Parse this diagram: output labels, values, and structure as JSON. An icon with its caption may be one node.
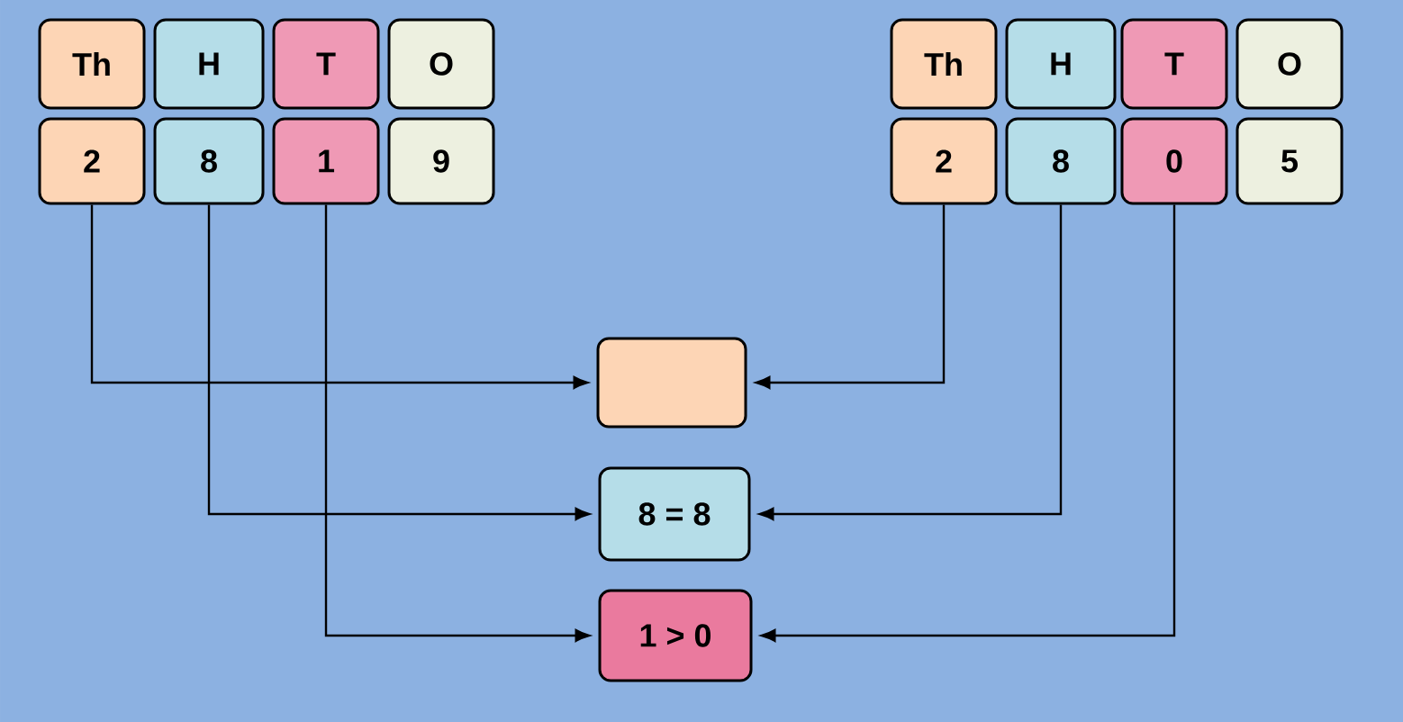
{
  "diagram": {
    "nodes": [
      {
        "text": [
          "Th"
        ]
      },
      {
        "text": [
          "H"
        ]
      },
      {
        "text": [
          "T"
        ]
      },
      {
        "text": [
          "O"
        ]
      },
      {
        "text": [
          "2"
        ]
      },
      {
        "text": [
          "8"
        ]
      },
      {
        "text": [
          "1"
        ]
      },
      {
        "text": [
          "9"
        ]
      },
      {
        "text": [
          "Th"
        ]
      },
      {
        "text": [
          "H"
        ]
      },
      {
        "text": [
          "T"
        ]
      },
      {
        "text": [
          "O"
        ]
      },
      {
        "text": [
          "2"
        ]
      },
      {
        "text": [
          "8"
        ]
      },
      {
        "text": [
          "0"
        ]
      },
      {
        "text": [
          "5"
        ]
      },
      {
        "text": [],
        "shape": "box"
      },
      {
        "text": [
          "8 = 8"
        ]
      },
      {
        "text": [
          "1 > 0"
        ]
      }
    ],
    "edges": [
      {
        "from": 4,
        "to": 16,
        "arrow": "to"
      },
      {
        "from": 12,
        "to": 16,
        "arrow": "to"
      },
      {
        "from": 5,
        "to": 17,
        "arrow": "to"
      },
      {
        "from": 13,
        "to": 17,
        "arrow": "to"
      },
      {
        "from": 6,
        "to": 18,
        "arrow": "to"
      },
      {
        "from": 14,
        "to": 18,
        "arrow": "to"
      }
    ]
  }
}
